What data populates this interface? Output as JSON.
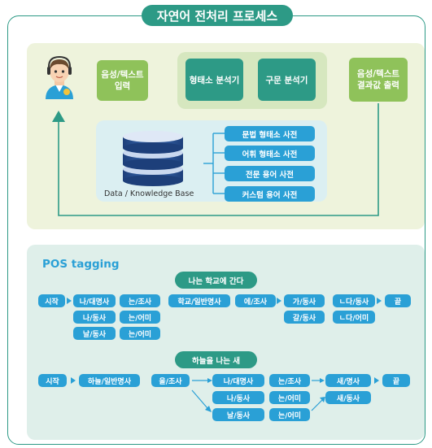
{
  "title": "자연어 전처리 프로세스",
  "top": {
    "input_label": "음성/텍스트\n입력",
    "morph_label": "형태소 분석기",
    "syntax_label": "구문 분석기",
    "output_label": "음성/텍스트\n결과값 출력",
    "db_label": "Data / Knowledge Base",
    "dicts": [
      "문법 형태소 사전",
      "어휘 형태소 사전",
      "전문 용어 사전",
      "커스텀 용어 사전"
    ]
  },
  "pos": {
    "heading": "POS tagging",
    "ex1": {
      "sentence": "나는 학교에 간다",
      "start": "시작",
      "end": "끝",
      "col1": [
        "나/대명사",
        "나/동사",
        "날/동사"
      ],
      "col2": [
        "는/조사",
        "는/어미",
        "는/어미"
      ],
      "noun": "학교/일반명사",
      "josa": "에/조사",
      "verb": [
        "가/동사",
        "갈/동사"
      ],
      "ending": [
        "ㄴ다/동사",
        "ㄴ다/어미"
      ]
    },
    "ex2": {
      "sentence": "하늘을 나는 새",
      "start": "시작",
      "end": "끝",
      "noun": "하늘/일반명사",
      "josa": "을/조사",
      "col1": [
        "나/대명사",
        "나/동사",
        "날/동사"
      ],
      "col2": [
        "는/조사",
        "는/어미",
        "는/어미"
      ],
      "last": [
        "새/명사",
        "새/동사"
      ]
    }
  },
  "colors": {
    "teal": "#2d9a86",
    "green": "#8fc25a",
    "blue": "#2aa0d6"
  }
}
